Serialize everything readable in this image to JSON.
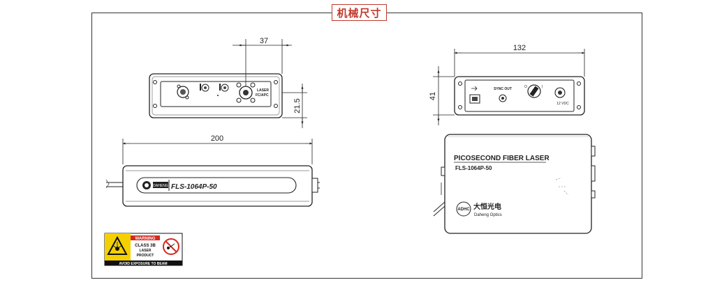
{
  "title": "机械尺寸",
  "dimensions": {
    "front_width": "37",
    "front_height": "21.5",
    "side_length": "200",
    "rear_width": "132",
    "rear_height": "41"
  },
  "front_panel": {
    "output_label_line1": "LASER",
    "output_label_line2": "FC/APC"
  },
  "side_panel": {
    "logo_text": "DAHENG",
    "model": "FLS-1064P-50"
  },
  "rear_panel": {
    "port_label": "SYNC OUT",
    "power_label": "12 VDC"
  },
  "top_view": {
    "product_name": "PICOSECOND FIBER LASER",
    "model": "FLS-1064P-50",
    "brand_cn": "大恒光电",
    "brand_en": "Daheng Optics",
    "logo_text": "ADHC"
  },
  "warning_label": {
    "header": "WARNING",
    "class_line": "CLASS 3B",
    "line2": "LASER",
    "line3": "PRODUCT",
    "footer": "AVOID EXPOSURE TO BEAM",
    "colors": {
      "yellow": "#f5d000",
      "red": "#d42a1e",
      "black": "#111111"
    }
  }
}
